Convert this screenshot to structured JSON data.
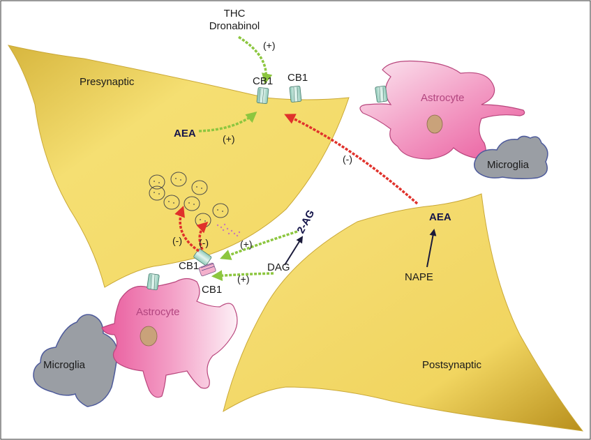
{
  "labels": {
    "thc": "THC",
    "dronabinol": "Dronabinol",
    "plus_thc": "(+)",
    "cb1_top_left": "CB1",
    "cb1_top_right": "CB1",
    "presynaptic": "Presynaptic",
    "aea_pre": "AEA",
    "plus_aea_pre": "(+)",
    "minus_red_long": "(-)",
    "astrocyte_top": "Astrocyte",
    "microglia_top": "Microglia",
    "aea_post": "AEA",
    "nape": "NAPE",
    "two_ag": "2-AG",
    "dag": "DAG",
    "plus_2ag": "(+)",
    "plus_dag": "(+)",
    "minus_left": "(-)",
    "minus_right": "(-)",
    "cb1_bottom_left": "CB1",
    "cb1_bottom_right": "CB1",
    "astrocyte_bottom": "Astrocyte",
    "microglia_bottom": "Microglia",
    "postsynaptic": "Postsynaptic"
  },
  "colors": {
    "neuron_fill": "#f3dc6b",
    "neuron_dark": "#b89420",
    "astrocyte_fill": "#ee74ac",
    "astrocyte_light": "#fbe3ee",
    "microglia_fill": "#9a9ea4",
    "microglia_stroke": "#4d5a9b",
    "green_arrow": "#8cc63f",
    "red_arrow": "#e0312b",
    "dark_arrow": "#1a1a3a",
    "receptor": "#bfe3d9"
  }
}
